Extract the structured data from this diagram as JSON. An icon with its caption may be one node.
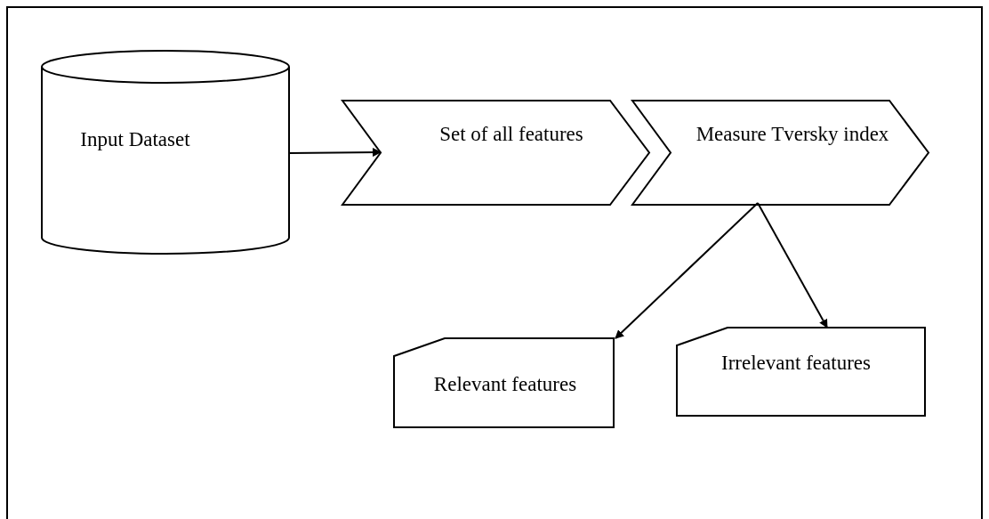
{
  "diagram": {
    "nodes": [
      {
        "text": [
          "Input Dataset"
        ]
      },
      {
        "text": [
          "Set of all features"
        ]
      },
      {
        "text": [
          "Measure Tversky index"
        ]
      },
      {
        "text": [
          "Relevant features"
        ]
      },
      {
        "text": [
          "Irrelevant features"
        ]
      }
    ],
    "edges": [
      {
        "from": 0,
        "to": 1,
        "arrow": "to"
      },
      {
        "from": 2,
        "to": 3,
        "arrow": "to"
      },
      {
        "from": 2,
        "to": 4,
        "arrow": "to"
      }
    ]
  }
}
